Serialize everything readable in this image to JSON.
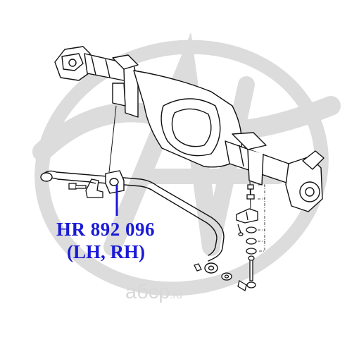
{
  "callout": {
    "part_number": "HR 892 096",
    "sides": "(LH, RH)",
    "color": "#1a1ad6"
  },
  "watermark": {
    "brand": "aбcp",
    "domain": ".ru",
    "color": "#d8d8d8"
  },
  "diagram": {
    "subject": "rear-axle-stabilizer-bar-assembly",
    "line_color": "#111111"
  }
}
